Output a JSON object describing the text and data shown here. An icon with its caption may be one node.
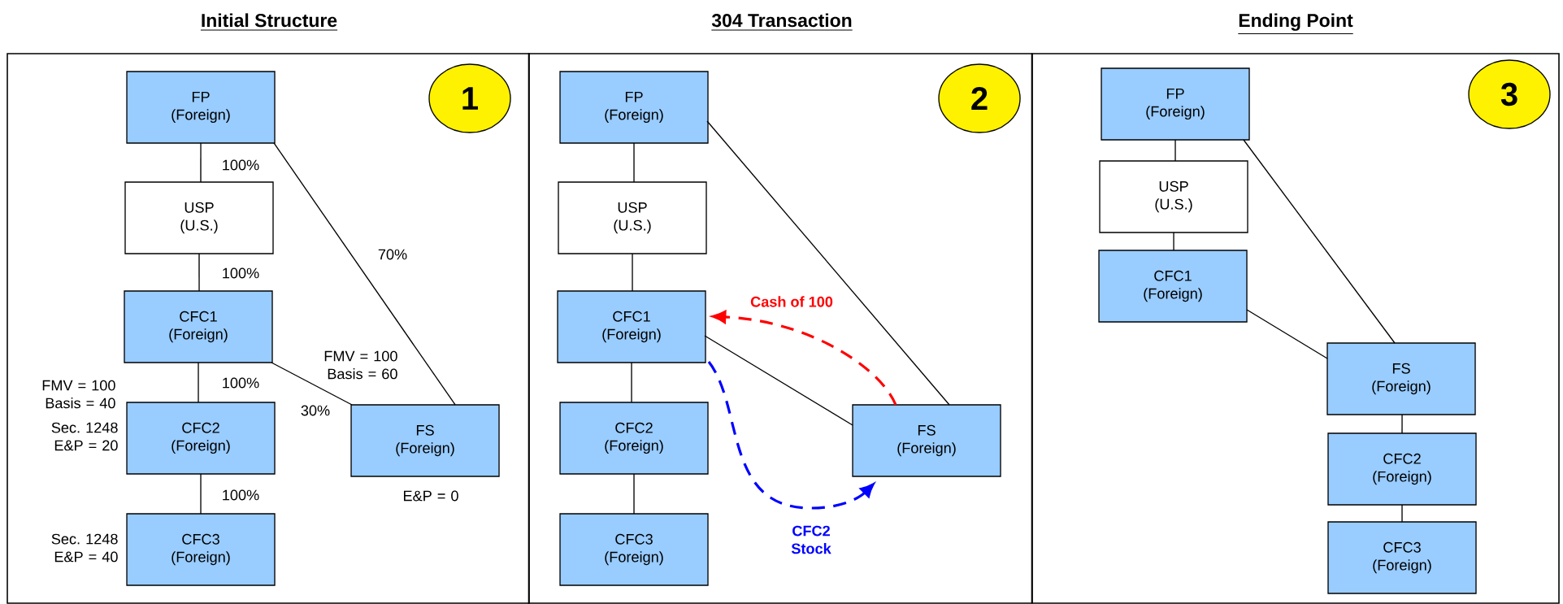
{
  "diagram": {
    "nodes": [
      {
        "text": [
          "Initial Structure"
        ]
      },
      {
        "text": [
          "1"
        ],
        "in": 0
      },
      {
        "text": [
          "FP",
          "(Foreign)"
        ],
        "in": 0
      },
      {
        "text": [
          "USP",
          "(U.S.)"
        ],
        "in": 0
      },
      {
        "text": [
          "CFC1",
          "(Foreign)"
        ],
        "in": 0
      },
      {
        "text": [
          "CFC2",
          "(Foreign)"
        ],
        "in": 0,
        "beside": [
          "Sec. 1248 E&P = 20"
        ]
      },
      {
        "text": [
          "CFC3",
          "(Foreign)"
        ],
        "in": 0,
        "beside": [
          "Sec. 1248 E&P = 40"
        ]
      },
      {
        "text": [
          "FS",
          "(Foreign)"
        ],
        "in": 0,
        "beside": [
          "E&P = 0"
        ]
      },
      {
        "text": [
          "304 Transaction"
        ]
      },
      {
        "text": [
          "2"
        ],
        "in": 8
      },
      {
        "text": [
          "FP",
          "(Foreign)"
        ],
        "in": 8
      },
      {
        "text": [
          "USP",
          "(U.S.)"
        ],
        "in": 8
      },
      {
        "text": [
          "CFC1",
          "(Foreign)"
        ],
        "in": 8
      },
      {
        "text": [
          "CFC2",
          "(Foreign)"
        ],
        "in": 8
      },
      {
        "text": [
          "CFC3",
          "(Foreign)"
        ],
        "in": 8
      },
      {
        "text": [
          "FS",
          "(Foreign)"
        ],
        "in": 8
      },
      {
        "text": [
          "Ending Point"
        ]
      },
      {
        "text": [
          "3"
        ],
        "in": 16
      },
      {
        "text": [
          "FP",
          "(Foreign)"
        ],
        "in": 16
      },
      {
        "text": [
          "USP",
          "(U.S.)"
        ],
        "in": 16
      },
      {
        "text": [
          "CFC1",
          "(Foreign)"
        ],
        "in": 16
      },
      {
        "text": [
          "FS",
          "(Foreign)"
        ],
        "in": 16
      },
      {
        "text": [
          "CFC2",
          "(Foreign)"
        ],
        "in": 16
      },
      {
        "text": [
          "CFC3",
          "(Foreign)"
        ],
        "in": 16
      }
    ],
    "edges": [
      {
        "from": 2,
        "to": 3,
        "arrow": "none",
        "label": "100%"
      },
      {
        "from": 3,
        "to": 4,
        "arrow": "none",
        "label": "100%"
      },
      {
        "from": 4,
        "to": 5,
        "arrow": "none",
        "label": "100%"
      },
      {
        "from": 5,
        "to": 6,
        "arrow": "none",
        "label": "100%"
      },
      {
        "from": 2,
        "to": 7,
        "arrow": "none",
        "label": "70%"
      },
      {
        "from": 4,
        "to": 7,
        "arrow": "none",
        "label": "30%"
      },
      {
        "from": 10,
        "to": 11,
        "arrow": "none"
      },
      {
        "from": 11,
        "to": 12,
        "arrow": "none"
      },
      {
        "from": 12,
        "to": 13,
        "arrow": "none"
      },
      {
        "from": 13,
        "to": 14,
        "arrow": "none"
      },
      {
        "from": 10,
        "to": 15,
        "arrow": "none"
      },
      {
        "from": 12,
        "to": 15,
        "arrow": "none"
      },
      {
        "from": 15,
        "to": 12,
        "arrow": "to",
        "style": "dashed",
        "color": "#ff0000",
        "label": "Cash of 100"
      },
      {
        "from": 12,
        "to": 15,
        "arrow": "to",
        "style": "dashed",
        "color": "#0000ff",
        "label": "CFC2 Stock"
      },
      {
        "from": 18,
        "to": 19,
        "arrow": "none"
      },
      {
        "from": 19,
        "to": 20,
        "arrow": "none"
      },
      {
        "from": 18,
        "to": 21,
        "arrow": "none"
      },
      {
        "from": 20,
        "to": 21,
        "arrow": "none"
      },
      {
        "from": 21,
        "to": 22,
        "arrow": "none"
      },
      {
        "from": 22,
        "to": 23,
        "arrow": "none"
      }
    ],
    "labels": [
      "FMV = 100 Basis = 40",
      "FMV = 100 Basis = 60"
    ]
  }
}
